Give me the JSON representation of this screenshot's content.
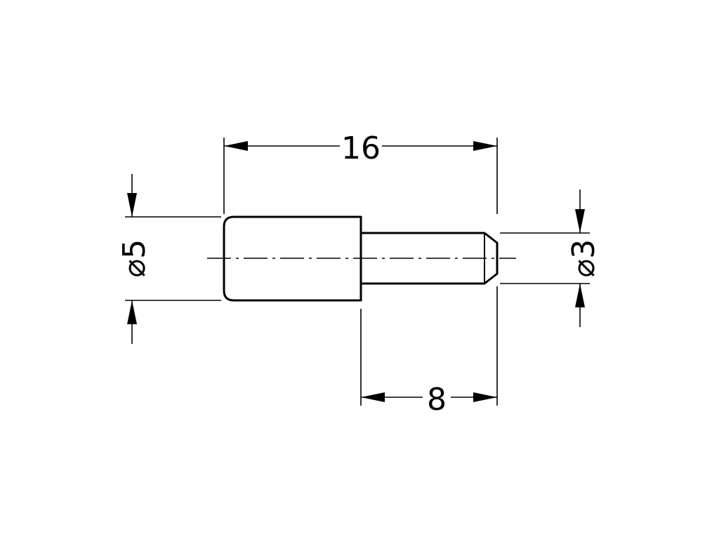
{
  "drawing": {
    "line_color": "#000000",
    "background_color": "#ffffff",
    "dimensions": {
      "overall_length": "16",
      "tip_length": "8",
      "head_diameter": "⌀5",
      "tip_diameter": "⌀3"
    }
  }
}
